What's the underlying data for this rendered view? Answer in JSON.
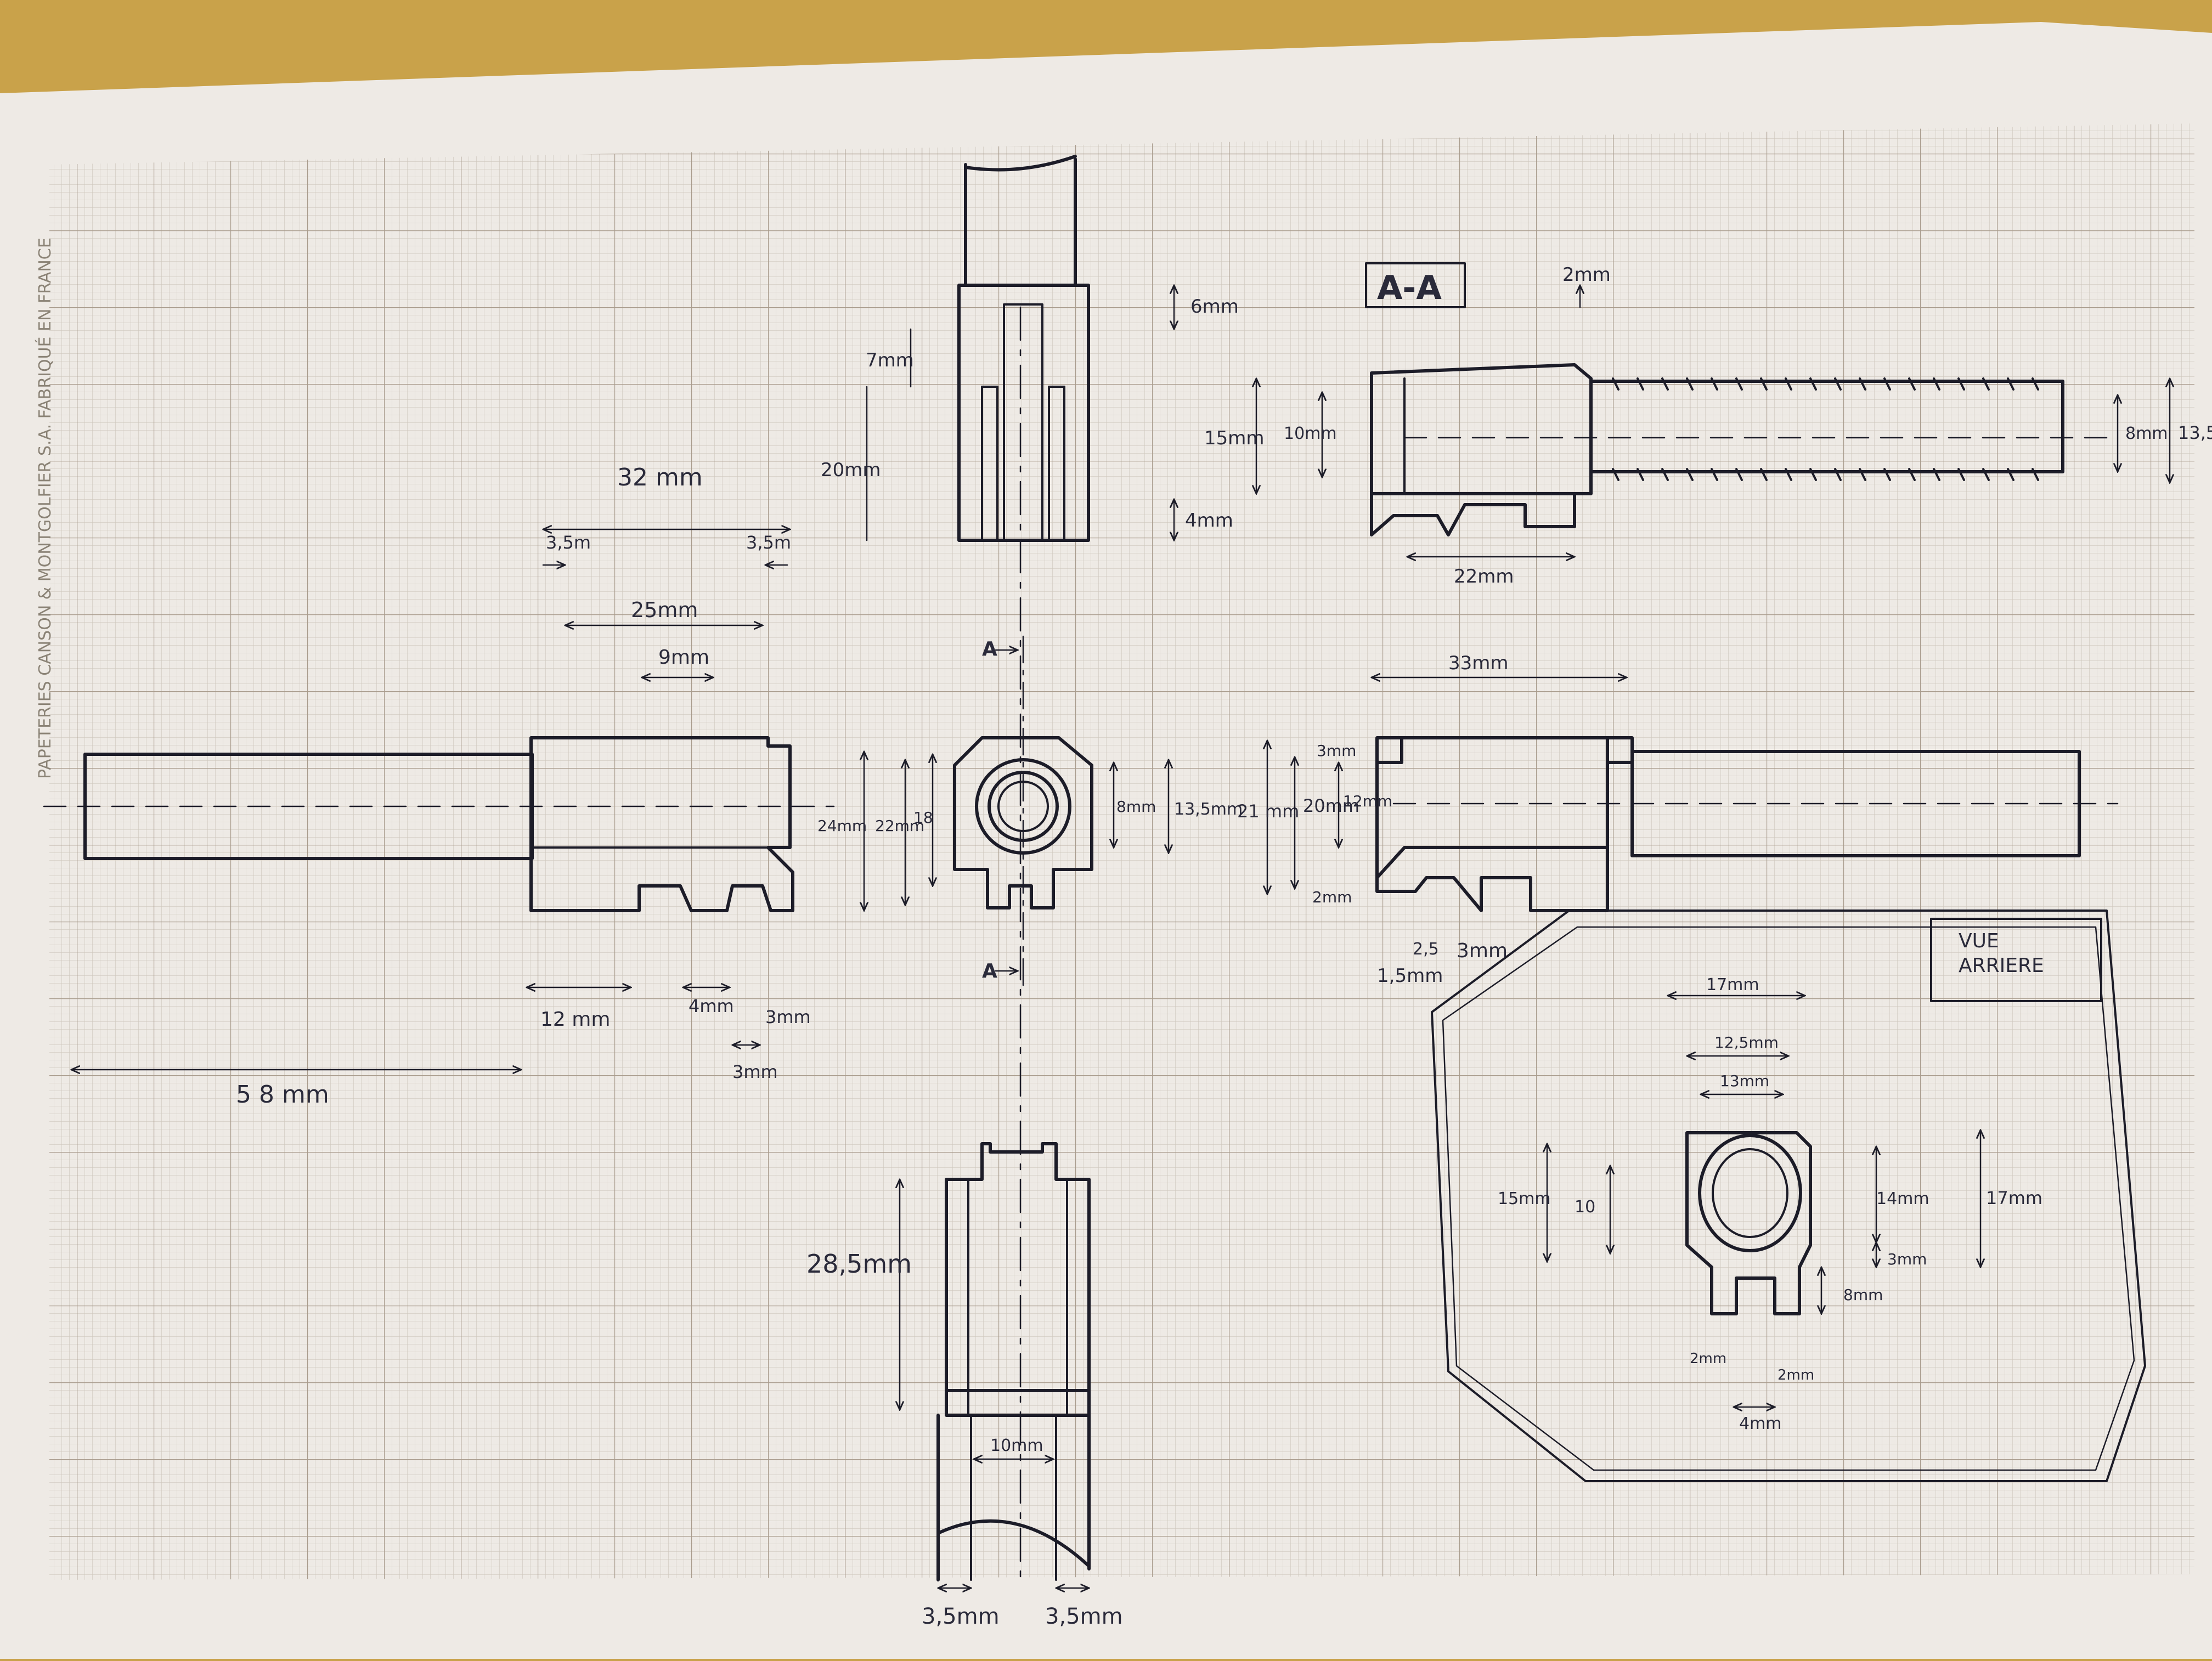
{
  "paper": {
    "watermark": "PAPETERIES CANSON & MONTGOLFIER S.A.  FABRIQUÉ EN FRANCE",
    "grid_color": "#b9b0a6",
    "paper_color": "#eeeae5",
    "ink_color": "#1c1c28"
  },
  "section_label": "A-A",
  "rear_view_label": [
    "VUE",
    "ARRIERE"
  ],
  "cut_marks": [
    "A",
    "A"
  ],
  "dims": {
    "top_6": "6mm",
    "top_7": "7mm",
    "top_20": "20mm",
    "top_4": "4mm",
    "sec_2": "2mm",
    "sec_15": "15mm",
    "sec_10": "10mm",
    "sec_8": "8mm",
    "sec_13": "13,5",
    "sec_22": "22mm",
    "sec_33": "33mm",
    "left_32": "32 mm",
    "left_35a": "3,5m",
    "left_35b": "3,5m",
    "left_25": "25mm",
    "left_9": "9mm",
    "left_12": "12 mm",
    "left_4": "4mm",
    "left_3a": "3mm",
    "left_3b": "3mm",
    "left_58": "5 8 mm",
    "front_24": "24mm",
    "front_22": "22mm",
    "front_18": "18",
    "front_8": "8mm",
    "front_135": "13,5mm",
    "right_21": "21 mm",
    "right_20": "20mm",
    "right_12": "12mm",
    "right_3": "3mm",
    "right_2": "2mm",
    "right_25": "2,5",
    "right_3b": "3mm",
    "right_15": "1,5mm",
    "bot_285": "28,5mm",
    "bot_10": "10mm",
    "bot_35a": "3,5mm",
    "bot_35b": "3,5mm",
    "rear_17": "17mm",
    "rear_125": "12,5mm",
    "rear_13": "13mm",
    "rear_15": "15mm",
    "rear_10": "10",
    "rear_14": "14mm",
    "rear_17b": "17mm",
    "rear_3": "3mm",
    "rear_8": "8mm",
    "rear_2a": "2mm",
    "rear_2b": "2mm",
    "rear_4": "4mm"
  }
}
